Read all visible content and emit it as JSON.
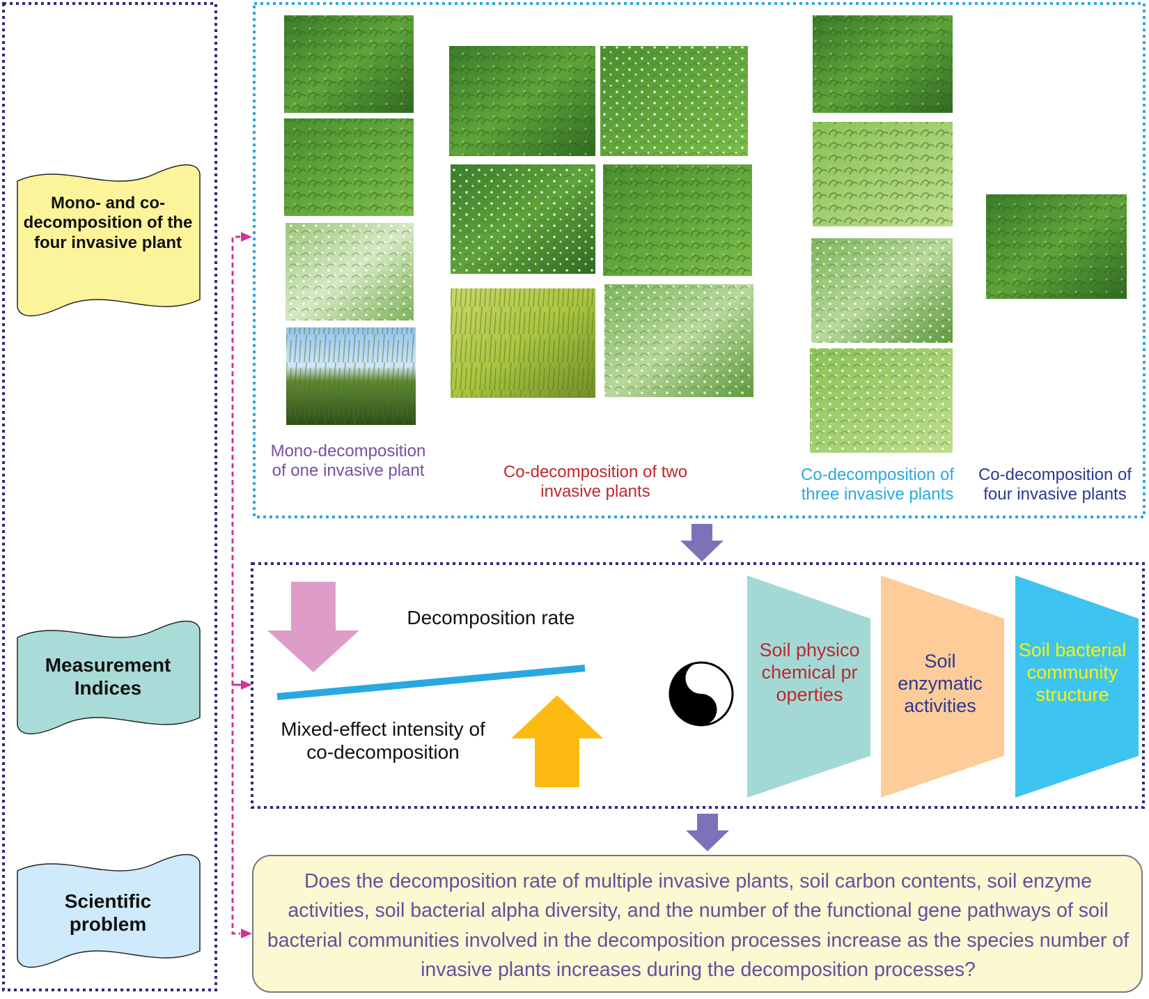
{
  "left_panel": {
    "labels": [
      {
        "text": "Mono- and co-decomposition of the four invasive plant",
        "fill": "#fcf49a"
      },
      {
        "text": "Measurement Indices",
        "fill": "#a9dcd8"
      },
      {
        "text": "Scientific problem",
        "fill": "#cfeafb"
      }
    ]
  },
  "treatments": {
    "mono": {
      "label": "Mono-decomposition of one invasive plant",
      "color": "#7a4fa0"
    },
    "two": {
      "label": "Co-decomposition of two invasive plants",
      "color": "#c0272d"
    },
    "three": {
      "label": "Co-decomposition of three invasive plants",
      "color": "#29a8e0"
    },
    "four": {
      "label": "Co-decomposition of four invasive plants",
      "color": "#2b3990"
    }
  },
  "measurements": {
    "decomposition_rate": "Decomposition rate",
    "mixed_effect": "Mixed-effect intensity of co-decomposition",
    "soil_indices": [
      {
        "text": "Soil physicochemical properties",
        "fill": "#a3d9d5",
        "text_color": "#c0272d"
      },
      {
        "text": "Soil enzymatic activities",
        "fill": "#fdcc99",
        "text_color": "#2b3990"
      },
      {
        "text": "Soil bacterial community structure",
        "fill": "#3ec4f0",
        "text_color": "#fff200"
      }
    ]
  },
  "question": {
    "text": "Does the decomposition rate of multiple invasive plants, soil carbon contents, soil enzyme activities, soil bacterial alpha diversity, and the number of the functional gene pathways of soil bacterial communities involved in the decomposition processes increase as the species number of invasive plants increases during the decomposition processes?",
    "color": "#6a4c9c",
    "fill": "#fbf8d2"
  },
  "colors": {
    "navy_dash": "#2b2a7a",
    "cyan_dash": "#29a8e0",
    "magenta_arrow": "#d6338f",
    "flow_arrow": "#7b72b8",
    "down_arrow": "#de9dc8",
    "up_arrow": "#fdbb12",
    "seesaw": "#29a8e0"
  }
}
